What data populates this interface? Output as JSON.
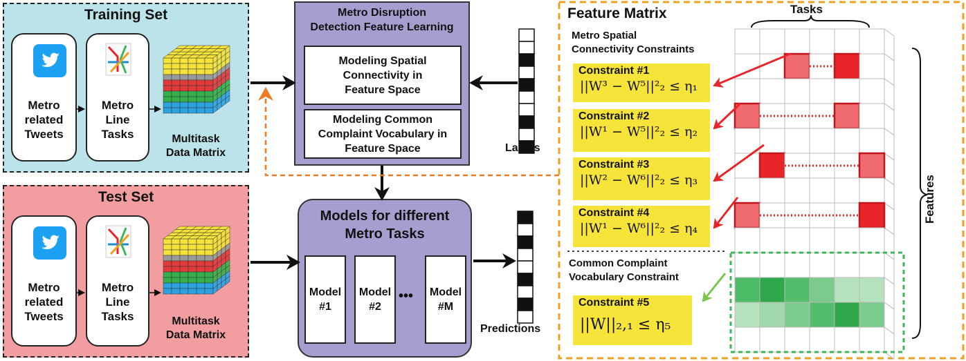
{
  "training": {
    "title": "Training Set",
    "tweets_label": "Metro\nrelated\nTweets",
    "tasks_label": "Metro\nLine\nTasks",
    "matrix_label": "Multitask\nData Matrix"
  },
  "test": {
    "title": "Test Set",
    "tweets_label": "Metro\nrelated\nTweets",
    "tasks_label": "Metro\nLine\nTasks",
    "matrix_label": "Multitask\nData Matrix"
  },
  "learning": {
    "title": "Metro Disruption\nDetection Feature Learning",
    "spatial": "Modeling Spatial\nConnectivity in\nFeature Space",
    "vocab": "Modeling Common\nComplaint Vocabulary in\nFeature Space"
  },
  "models": {
    "title": "Models for different\nMetro Tasks",
    "items": [
      "Model\n#1",
      "Model\n#2",
      "Model\n#M"
    ],
    "ellipsis": "•••"
  },
  "labels_caption": "Labels",
  "predictions_caption": "Predictions",
  "feature_matrix": {
    "title": "Feature Matrix",
    "tasks_label": "Tasks",
    "features_label": "Features",
    "spatial_heading": "Metro Spatial\nConnectivity Constraints",
    "vocab_heading": "Common Complaint\nVocabulary Constraint",
    "constraints": [
      {
        "title": "Constraint #1",
        "formula": "||W³ − W⁵||²₂ ≤ η₁"
      },
      {
        "title": "Constraint #2",
        "formula": "||W¹ − W⁵||²₂ ≤ η₂"
      },
      {
        "title": "Constraint #3",
        "formula": "||W² − W⁶||²₂ ≤ η₃"
      },
      {
        "title": "Constraint #4",
        "formula": "||W¹ − W⁶||²₂ ≤ η₄"
      },
      {
        "title": "Constraint #5",
        "formula": "||W||₂,₁ ≤ η₅"
      }
    ]
  },
  "colors": {
    "training_bg": "#bde3ea",
    "test_bg": "#f29ea0",
    "purple": "#a59fd0",
    "constraint_yellow": "#f6e43a",
    "red": "#e8262a",
    "light_red": "#ef6b70",
    "green": "#3cb65a",
    "orange": "#f0a020"
  }
}
